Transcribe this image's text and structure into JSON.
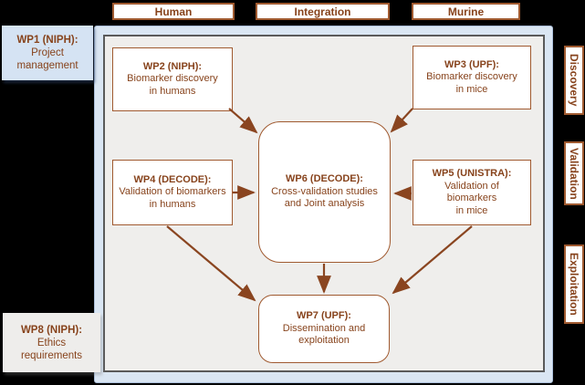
{
  "colors": {
    "bg_black": "#000000",
    "panel_blue": "#dae6f3",
    "panel_blue_border": "#a9bdd8",
    "panel_gray": "#efeeec",
    "panel_gray_border": "#5a5a5a",
    "brown_text": "#87431c",
    "brown_border": "#a05a30",
    "arrow_color": "#8a4520",
    "box_white": "#ffffff",
    "wp1_bg": "#d5e3f3",
    "wp8_bg": "#eeedeb"
  },
  "diagram": {
    "top_labels": [
      {
        "label": "Human"
      },
      {
        "label": "Integration"
      },
      {
        "label": "Murine"
      }
    ],
    "side_labels": [
      {
        "label": "Discovery"
      },
      {
        "label": "Validation"
      },
      {
        "label": "Exploitation"
      }
    ],
    "boxes": {
      "wp1": {
        "title": "WP1 (NIPH):",
        "lines": [
          "Project",
          "management"
        ]
      },
      "wp2": {
        "title": "WP2 (NIPH):",
        "lines": [
          "Biomarker discovery",
          "in humans"
        ]
      },
      "wp3": {
        "title": "WP3 (UPF):",
        "lines": [
          "Biomarker discovery",
          "in mice"
        ]
      },
      "wp4": {
        "title": "WP4 (DECODE):",
        "lines": [
          "Validation of biomarkers",
          "in humans"
        ]
      },
      "wp5": {
        "title": "WP5 (UNISTRA):",
        "lines": [
          "Validation of",
          "biomarkers",
          "in mice"
        ]
      },
      "wp6": {
        "title": "WP6 (DECODE):",
        "lines": [
          "Cross-validation studies",
          "and Joint analysis"
        ]
      },
      "wp7": {
        "title": "WP7 (UPF):",
        "lines": [
          "Dissemination and",
          "exploitation"
        ]
      },
      "wp8": {
        "title": "WP8 (NIPH):",
        "lines": [
          "Ethics",
          "requirements"
        ]
      }
    },
    "arrows": [
      {
        "from": "wp2",
        "to": "wp6"
      },
      {
        "from": "wp3",
        "to": "wp6"
      },
      {
        "from": "wp4",
        "to": "wp6"
      },
      {
        "from": "wp5",
        "to": "wp6"
      },
      {
        "from": "wp6",
        "to": "wp7"
      },
      {
        "from": "wp4",
        "to": "wp7"
      },
      {
        "from": "wp5",
        "to": "wp7"
      }
    ]
  }
}
